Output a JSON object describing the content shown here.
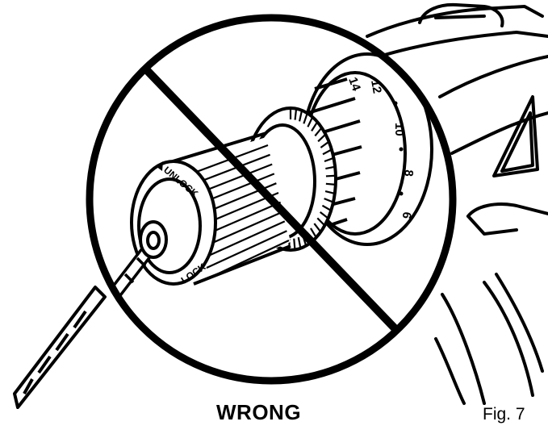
{
  "figure": {
    "caption": "WRONG",
    "figure_number": "Fig. 7"
  },
  "chuck": {
    "sleeve_label_unlock": "UNLOCK",
    "sleeve_label_lock": "LOCK"
  },
  "clutch_ring": {
    "scale_marks": [
      "14",
      "12",
      "10",
      "8",
      "6"
    ]
  },
  "prohibition_sign": {
    "color": "#000000"
  }
}
